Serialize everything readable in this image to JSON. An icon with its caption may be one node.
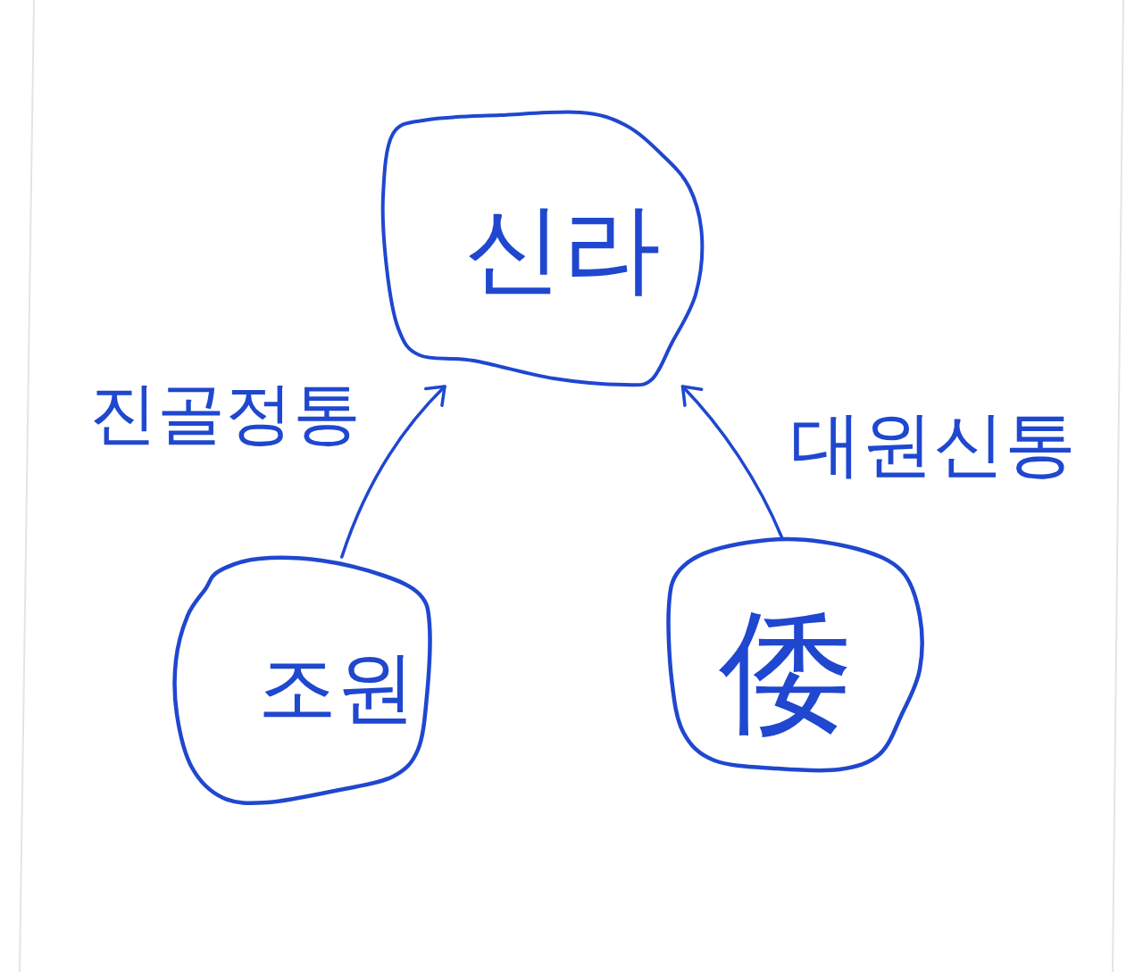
{
  "diagram": {
    "nodes": [
      {
        "text": [
          "신라"
        ]
      },
      {
        "text": [
          "조원"
        ]
      },
      {
        "text": [
          "倭"
        ]
      }
    ],
    "edges": [
      {
        "from": 1,
        "to": 0,
        "arrow": "to",
        "label": "진골정통"
      },
      {
        "from": 2,
        "to": 0,
        "arrow": "to",
        "label": "대원신통"
      }
    ]
  }
}
